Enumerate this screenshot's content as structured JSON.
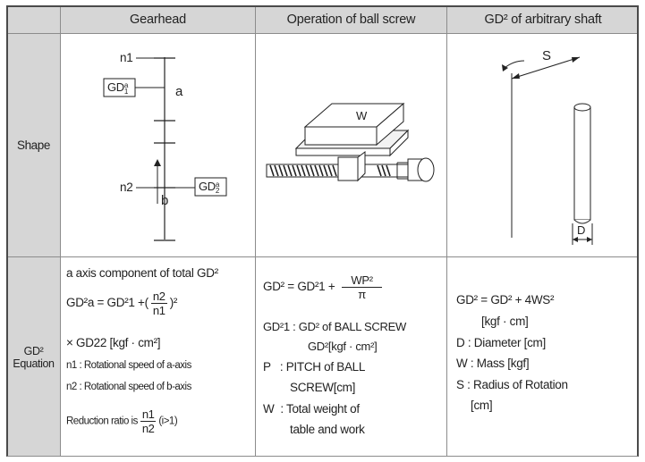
{
  "header": {
    "blank": "",
    "col1": "Gearhead",
    "col2": "Operation of ball screw",
    "col3": "GD² of arbitrary shaft"
  },
  "rows": {
    "shape_label": "Shape",
    "equation_label_line1": "GD²",
    "equation_label_line2": "Equation"
  },
  "diagram_gearhead": {
    "n1": "n1",
    "n2": "n2",
    "gd1": "GD",
    "gd1_sub": "1",
    "gd1_sup": "a",
    "gd2": "GD",
    "gd2_sub": "2",
    "gd2_sup": "a",
    "a": "a",
    "b": "b"
  },
  "diagram_ballscrew": {
    "w": "W"
  },
  "diagram_shaft": {
    "s": "S",
    "d": "D"
  },
  "gearhead_eq": {
    "line1": "a axis component of total GD²",
    "line2_left": "GD²a = GD²1 ",
    "line2_op": "+(",
    "frac_num": "n2",
    "frac_den": "n1",
    "line2_right": ")²",
    "line3": "× GD22 [kgf · cm²]",
    "line4": "n1 : Rotational speed of a-axis",
    "line5": "n2 : Rotational speed of b-axis",
    "line6_left": "Reduction ratio is",
    "line6_num": "n1",
    "line6_den": "n2",
    "line6_right": "(i>1)"
  },
  "ballscrew_eq": {
    "line1_left": "GD² = GD²1 +",
    "frac_num": "WP²",
    "frac_den": "π",
    "line2": "GD²1 : GD² of BALL SCREW",
    "line3": "GD²[kgf · cm²]",
    "line4": "P   : PITCH of BALL",
    "line5": "SCREW[cm]",
    "line6": "W  : Total weight of",
    "line7": "table and work"
  },
  "shaft_eq": {
    "line1": "GD² = GD² + 4WS²",
    "line2": "[kgf · cm]",
    "line3": "D : Diameter [cm]",
    "line4": "W : Mass [kgf]",
    "line5": "S : Radius of Rotation",
    "line6": "[cm]"
  }
}
